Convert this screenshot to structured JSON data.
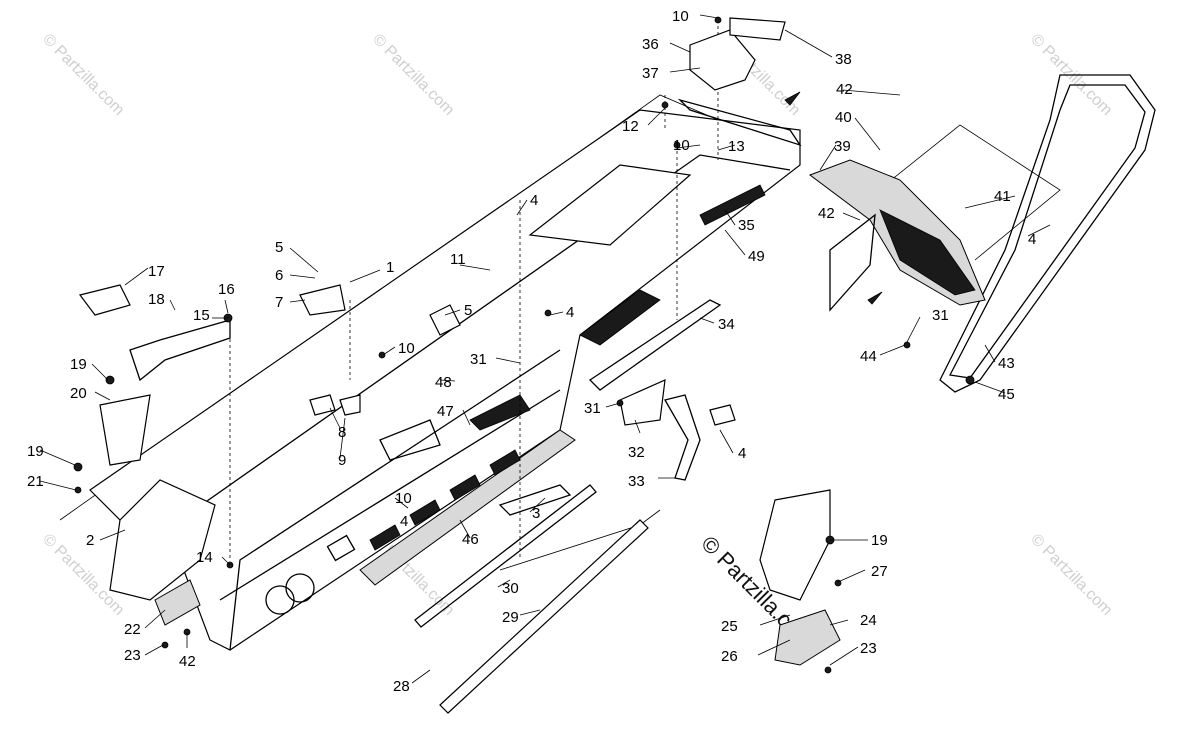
{
  "watermark": {
    "text": "© Partzilla.com",
    "center_text": "© Partzilla.com"
  },
  "callouts": [
    {
      "id": "c1",
      "label": "1"
    },
    {
      "id": "c2",
      "label": "2"
    },
    {
      "id": "c3",
      "label": "3"
    },
    {
      "id": "c4a",
      "label": "4"
    },
    {
      "id": "c4b",
      "label": "4"
    },
    {
      "id": "c4c",
      "label": "4"
    },
    {
      "id": "c4d",
      "label": "4"
    },
    {
      "id": "c4e",
      "label": "4"
    },
    {
      "id": "c5a",
      "label": "5"
    },
    {
      "id": "c5b",
      "label": "5"
    },
    {
      "id": "c6",
      "label": "6"
    },
    {
      "id": "c7",
      "label": "7"
    },
    {
      "id": "c8",
      "label": "8"
    },
    {
      "id": "c9",
      "label": "9"
    },
    {
      "id": "c10a",
      "label": "10"
    },
    {
      "id": "c10b",
      "label": "10"
    },
    {
      "id": "c10c",
      "label": "10"
    },
    {
      "id": "c10d",
      "label": "10"
    },
    {
      "id": "c11",
      "label": "11"
    },
    {
      "id": "c12",
      "label": "12"
    },
    {
      "id": "c13",
      "label": "13"
    },
    {
      "id": "c14",
      "label": "14"
    },
    {
      "id": "c15",
      "label": "15"
    },
    {
      "id": "c16",
      "label": "16"
    },
    {
      "id": "c17",
      "label": "17"
    },
    {
      "id": "c18",
      "label": "18"
    },
    {
      "id": "c19a",
      "label": "19"
    },
    {
      "id": "c19b",
      "label": "19"
    },
    {
      "id": "c19c",
      "label": "19"
    },
    {
      "id": "c20",
      "label": "20"
    },
    {
      "id": "c21",
      "label": "21"
    },
    {
      "id": "c22",
      "label": "22"
    },
    {
      "id": "c23a",
      "label": "23"
    },
    {
      "id": "c23b",
      "label": "23"
    },
    {
      "id": "c24",
      "label": "24"
    },
    {
      "id": "c25",
      "label": "25"
    },
    {
      "id": "c26",
      "label": "26"
    },
    {
      "id": "c27",
      "label": "27"
    },
    {
      "id": "c28",
      "label": "28"
    },
    {
      "id": "c29",
      "label": "29"
    },
    {
      "id": "c30",
      "label": "30"
    },
    {
      "id": "c31a",
      "label": "31"
    },
    {
      "id": "c31b",
      "label": "31"
    },
    {
      "id": "c31c",
      "label": "31"
    },
    {
      "id": "c32",
      "label": "32"
    },
    {
      "id": "c33",
      "label": "33"
    },
    {
      "id": "c34",
      "label": "34"
    },
    {
      "id": "c35",
      "label": "35"
    },
    {
      "id": "c36",
      "label": "36"
    },
    {
      "id": "c37",
      "label": "37"
    },
    {
      "id": "c38",
      "label": "38"
    },
    {
      "id": "c39",
      "label": "39"
    },
    {
      "id": "c40",
      "label": "40"
    },
    {
      "id": "c41",
      "label": "41"
    },
    {
      "id": "c42a",
      "label": "42"
    },
    {
      "id": "c42b",
      "label": "42"
    },
    {
      "id": "c42c",
      "label": "42"
    },
    {
      "id": "c43",
      "label": "43"
    },
    {
      "id": "c44",
      "label": "44"
    },
    {
      "id": "c45",
      "label": "45"
    },
    {
      "id": "c46",
      "label": "46"
    },
    {
      "id": "c47",
      "label": "47"
    },
    {
      "id": "c48",
      "label": "48"
    },
    {
      "id": "c49",
      "label": "49"
    }
  ]
}
